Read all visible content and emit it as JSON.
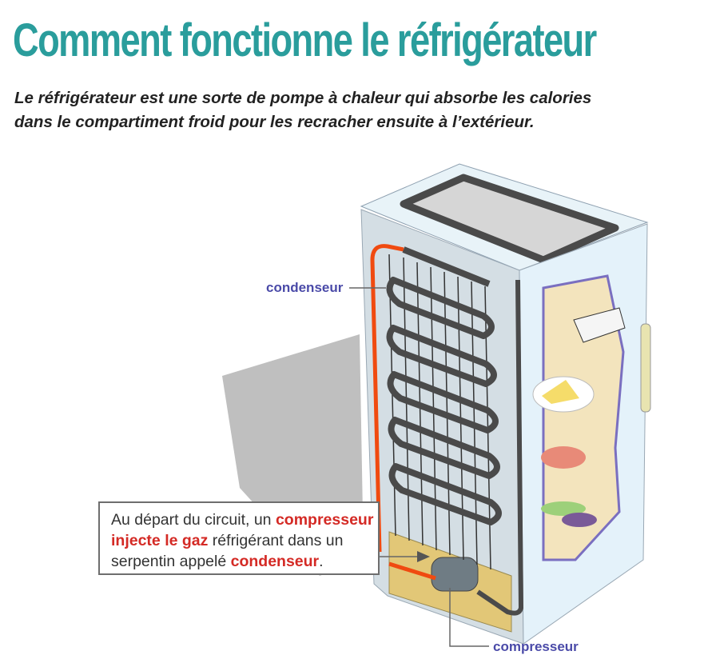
{
  "title": "Comment fonctionne le réfrigérateur",
  "subtitle": {
    "line1": "Le réfrigérateur est une sorte de pompe à chaleur qui absorbe les calories",
    "line2": "dans le compartiment froid pour les recracher ensuite à l’extérieur."
  },
  "labels": {
    "condenser": "condenseur",
    "compressor": "compresseur"
  },
  "callout": {
    "t1": "Au départ du circuit, un ",
    "t2": "compresseur",
    "t3": "injecte le gaz",
    "t4": " réfrigérant dans un",
    "t5": "serpentin appelé ",
    "t6": "condenseur",
    "t7": "."
  },
  "colors": {
    "title": "#2a9d9c",
    "highlight": "#d42a25",
    "label": "#4a4aa8",
    "pipe_hot": "#f04a10",
    "coil": "#4a4a4a"
  }
}
